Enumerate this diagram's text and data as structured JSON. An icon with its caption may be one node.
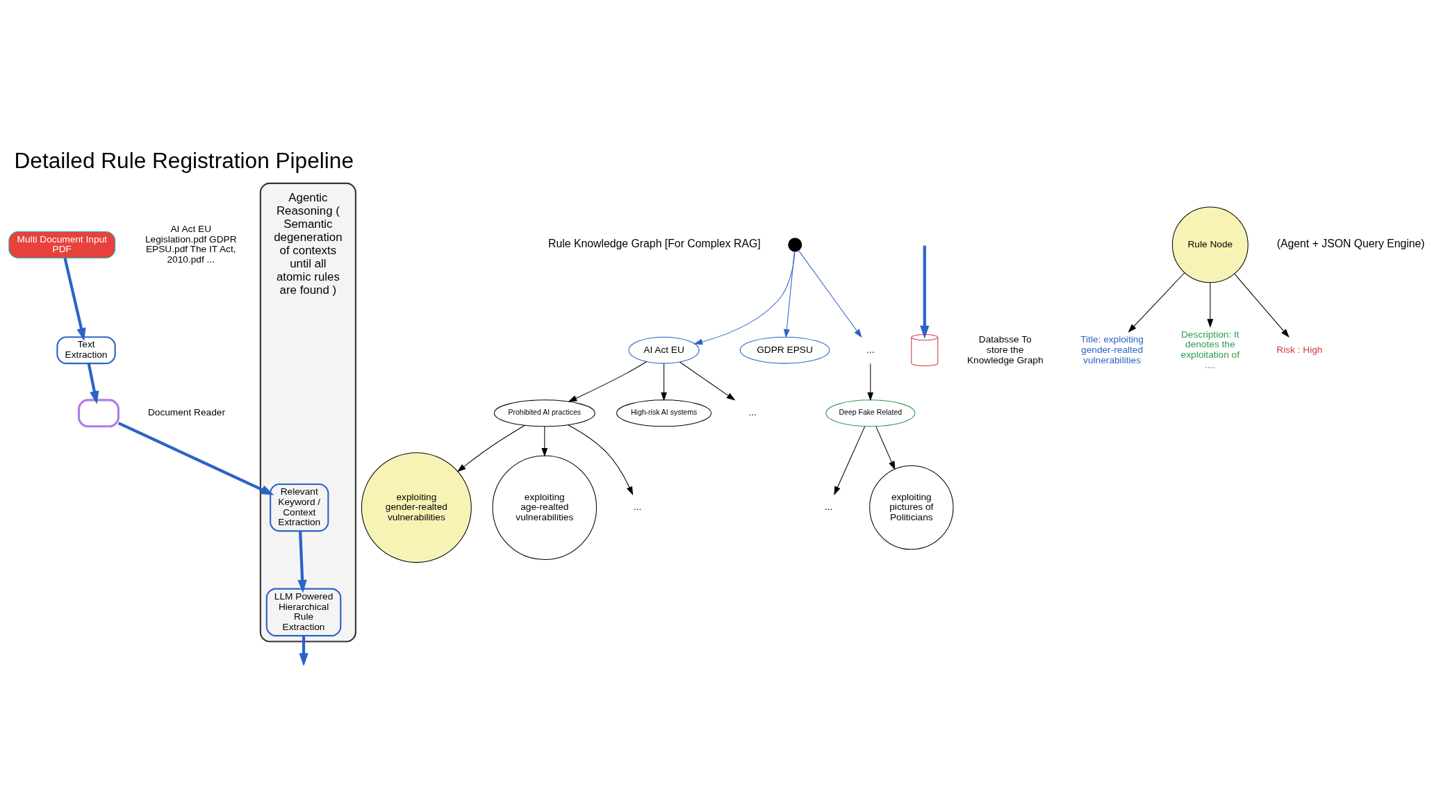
{
  "diagram": {
    "title": "Detailed Rule Registration Pipeline",
    "nodes": [
      {
        "text": [
          "Multi Document Input",
          "PDF"
        ],
        "beside": [
          "AI Act EU Legislation.pdf GDPR EPSU.pdf The IT Act, 2010.pdf ..."
        ]
      },
      {
        "text": [
          "Text Extraction"
        ]
      },
      {
        "text": [],
        "shape": "box",
        "beside": [
          "Document Reader"
        ]
      },
      {
        "text": [],
        "shape": "box",
        "beside": [
          "Agentic Reasoning ( Semantic degeneration of contexts until all atomic rules are found )"
        ]
      },
      {
        "text": [
          "Relevant Keyword / Context Extraction"
        ],
        "in": 3
      },
      {
        "text": [
          "LLM Powered Hierarchical Rule Extraction"
        ],
        "in": 3
      },
      {
        "text": [],
        "shape": "circle"
      },
      {
        "text": [
          "AI Act EU"
        ]
      },
      {
        "text": [
          "GDPR EPSU"
        ]
      },
      {
        "text": [
          "..."
        ]
      },
      {
        "text": [
          "Prohibited AI practices"
        ]
      },
      {
        "text": [
          "High-risk AI systems"
        ]
      },
      {
        "text": [
          "..."
        ]
      },
      {
        "text": [
          "Deep Fake Related"
        ]
      },
      {
        "text": [
          "exploiting gender-realted vulnerabilities"
        ]
      },
      {
        "text": [
          "exploiting age-realted vulnerabilities"
        ]
      },
      {
        "text": [
          "..."
        ]
      },
      {
        "text": [
          "..."
        ]
      },
      {
        "text": [
          "exploiting pictures of Politicians"
        ]
      },
      {
        "text": [],
        "shape": "cylinder",
        "beside": [
          "Databsse To store the Knowledge Graph"
        ]
      },
      {
        "text": [
          "Rule Node"
        ]
      },
      {
        "text": [
          "Title: exploiting gender-realted vulnerabilities"
        ]
      },
      {
        "text": [
          "Description: It denotes the exploitation of ...."
        ]
      },
      {
        "text": [
          "Risk : High"
        ]
      }
    ],
    "edges": [
      {
        "from": 0,
        "to": 1,
        "arrow": "to",
        "style": "thick",
        "color": "#2b63c6"
      },
      {
        "from": 1,
        "to": 2,
        "arrow": "to",
        "style": "thick",
        "color": "#2b63c6"
      },
      {
        "from": 2,
        "to": 4,
        "arrow": "to",
        "style": "thick",
        "color": "#2b63c6"
      },
      {
        "from": 4,
        "to": 5,
        "arrow": "to",
        "style": "thick",
        "color": "#2b63c6"
      },
      {
        "from": 5,
        "to": null,
        "arrow": "to",
        "style": "thick",
        "color": "#2b63c6"
      },
      {
        "from": 6,
        "to": 7,
        "arrow": "to",
        "color": "#2b63c6"
      },
      {
        "from": 6,
        "to": 8,
        "arrow": "to",
        "color": "#2b63c6"
      },
      {
        "from": 6,
        "to": 9,
        "arrow": "to",
        "color": "#2b63c6"
      },
      {
        "from": 7,
        "to": 10,
        "arrow": "to"
      },
      {
        "from": 7,
        "to": 11,
        "arrow": "to"
      },
      {
        "from": 7,
        "to": 12,
        "arrow": "to"
      },
      {
        "from": 9,
        "to": 13,
        "arrow": "to"
      },
      {
        "from": 10,
        "to": 14,
        "arrow": "to"
      },
      {
        "from": 10,
        "to": 15,
        "arrow": "to"
      },
      {
        "from": 10,
        "to": 16,
        "arrow": "to"
      },
      {
        "from": 13,
        "to": 17,
        "arrow": "to"
      },
      {
        "from": 13,
        "to": 18,
        "arrow": "to"
      },
      {
        "from": null,
        "to": 19,
        "arrow": "to",
        "style": "thick",
        "color": "#2b63c6"
      },
      {
        "from": 20,
        "to": 21,
        "arrow": "to"
      },
      {
        "from": 20,
        "to": 22,
        "arrow": "to"
      },
      {
        "from": 20,
        "to": 23,
        "arrow": "to"
      }
    ],
    "labels": [
      "Rule Knowledge Graph [For Complex RAG]",
      "(Agent + JSON Query Engine)"
    ]
  }
}
